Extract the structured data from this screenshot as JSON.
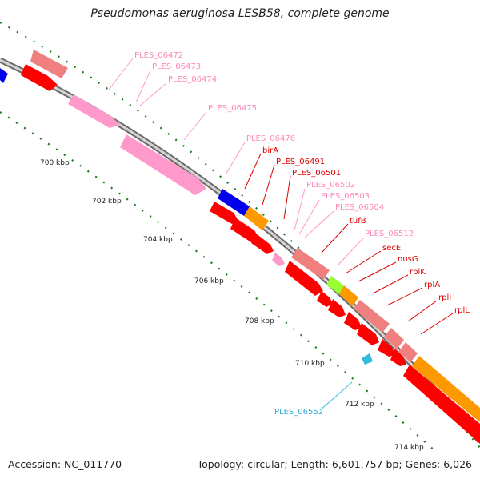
{
  "title": "Pseudomonas aeruginosa LESB58, complete genome",
  "accession": "Accession: NC_011770",
  "summary": "Topology: circular; Length: 6,601,757 bp; Genes: 6,026",
  "colors": {
    "red": "#ff0000",
    "salmon": "#f08080",
    "pink": "#ff99cc",
    "blue": "#0000ee",
    "orange": "#ff9900",
    "lime": "#99ff33",
    "cyan": "#33bbdd",
    "ticks": "#1a7a1a",
    "backbone": "#888888"
  },
  "scale_labels": [
    "700 kbp",
    "702 kbp",
    "704 kbp",
    "706 kbp",
    "708 kbp",
    "710 kbp",
    "712 kbp",
    "714 kbp"
  ],
  "gene_labels": [
    {
      "text": "PLES_06472",
      "color": "#ff88bb"
    },
    {
      "text": "PLES_06473",
      "color": "#ff88bb"
    },
    {
      "text": "PLES_06474",
      "color": "#ff88bb"
    },
    {
      "text": "PLES_06475",
      "color": "#ff88bb"
    },
    {
      "text": "PLES_06476",
      "color": "#ff88bb"
    },
    {
      "text": "birA",
      "color": "#dd0000"
    },
    {
      "text": "PLES_06491",
      "color": "#dd0000"
    },
    {
      "text": "PLES_06501",
      "color": "#dd0000"
    },
    {
      "text": "PLES_06502",
      "color": "#ff88bb"
    },
    {
      "text": "PLES_06503",
      "color": "#ff88bb"
    },
    {
      "text": "PLES_06504",
      "color": "#ff88bb"
    },
    {
      "text": "tufB",
      "color": "#dd0000"
    },
    {
      "text": "PLES_06512",
      "color": "#ff88bb"
    },
    {
      "text": "secE",
      "color": "#dd0000"
    },
    {
      "text": "nusG",
      "color": "#dd0000"
    },
    {
      "text": "rplK",
      "color": "#dd0000"
    },
    {
      "text": "rplA",
      "color": "#dd0000"
    },
    {
      "text": "rplJ",
      "color": "#dd0000"
    },
    {
      "text": "rplL",
      "color": "#dd0000"
    },
    {
      "text": "PLES_06552",
      "color": "#33aadd"
    }
  ]
}
